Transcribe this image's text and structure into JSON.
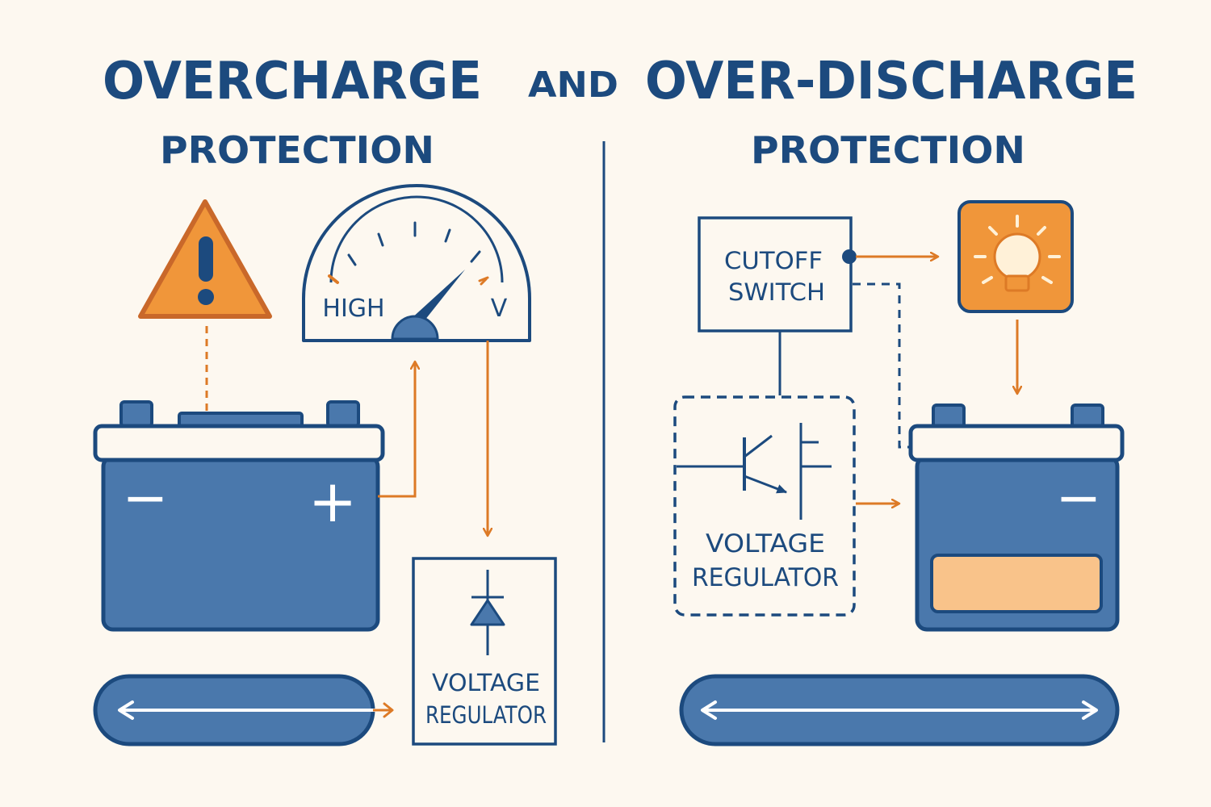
{
  "title": {
    "word1": "OVERCHARGE",
    "connector": "AND",
    "word2": "OVER-DISCHARGE"
  },
  "left_panel": {
    "subtitle": "PROTECTION",
    "gauge": {
      "label_left": "HIGH",
      "label_right": "V"
    },
    "battery": {
      "minus_symbol": "−",
      "plus_symbol": "+"
    },
    "regulator": {
      "line1": "VOLTAGE",
      "line2": "REGULATOR"
    }
  },
  "right_panel": {
    "subtitle": "PROTECTION",
    "switch": {
      "line1": "CUTOFF",
      "line2": "SWITCH"
    },
    "regulator": {
      "line1": "VOLTAGE",
      "line2": "REGULATOR"
    },
    "battery": {
      "minus_symbol": "−"
    }
  },
  "colors": {
    "background": "#fdf8f0",
    "navy": "#1c4a7e",
    "battery_blue": "#4a78ac",
    "orange": "#f0963a",
    "arrow_orange": "#dd7a26",
    "low_charge": "#f9c38a"
  }
}
